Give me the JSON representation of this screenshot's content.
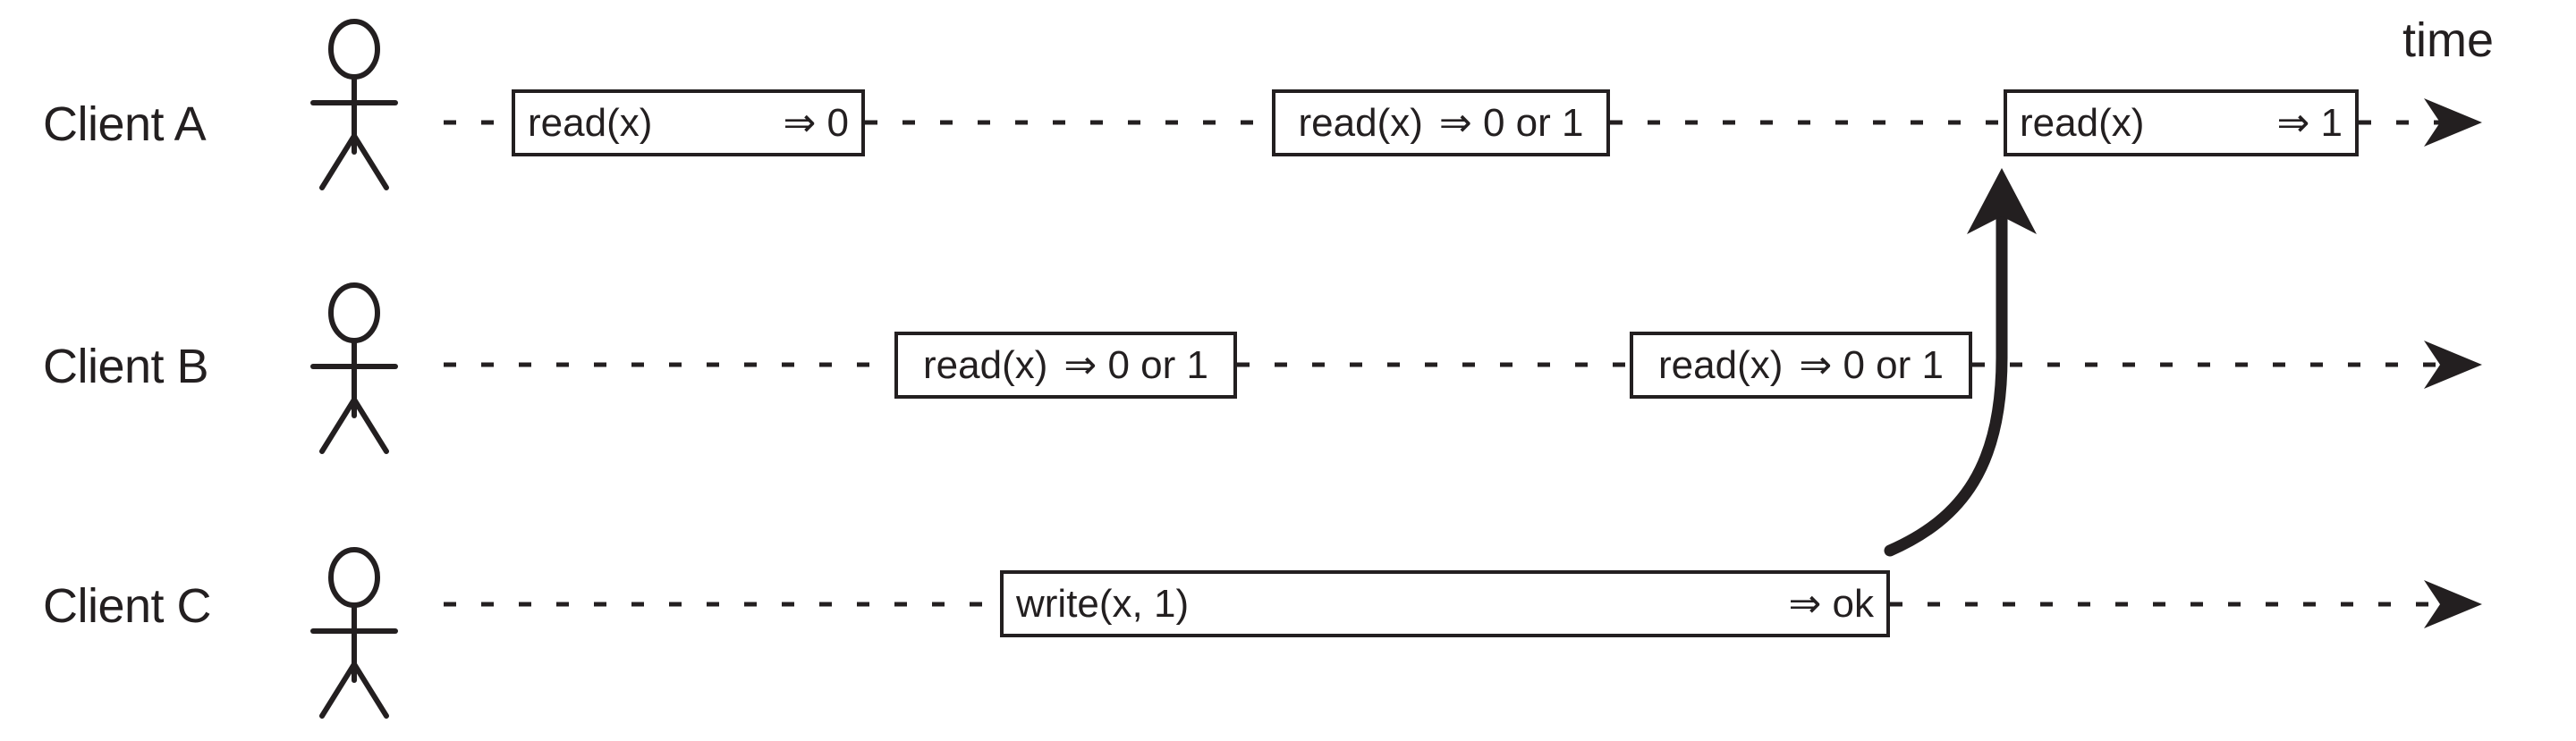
{
  "diagram": {
    "title": "time",
    "time_axis_label": "time",
    "stroke_color": "#231f20",
    "background_color": "#ffffff",
    "lanes": [
      {
        "id": "client-a",
        "label": "Client A",
        "operations": [
          {
            "id": "a-op1",
            "call": "read(x)",
            "result": "⇒ 0",
            "layout": "spread"
          },
          {
            "id": "a-op2",
            "call": "read(x)",
            "result": "⇒ 0 or 1",
            "layout": "tight"
          },
          {
            "id": "a-op3",
            "call": "read(x)",
            "result": "⇒ 1",
            "layout": "spread"
          }
        ]
      },
      {
        "id": "client-b",
        "label": "Client B",
        "operations": [
          {
            "id": "b-op1",
            "call": "read(x)",
            "result": "⇒ 0 or 1",
            "layout": "tight"
          },
          {
            "id": "b-op2",
            "call": "read(x)",
            "result": "⇒ 0 or 1",
            "layout": "tight"
          }
        ]
      },
      {
        "id": "client-c",
        "label": "Client C",
        "operations": [
          {
            "id": "c-op1",
            "call": "write(x, 1)",
            "result": "⇒ ok",
            "layout": "spread"
          }
        ]
      }
    ],
    "causal_arrow": {
      "from": "c-op1",
      "to": "a-op3",
      "description": "write completion causes subsequent read to return 1"
    }
  }
}
